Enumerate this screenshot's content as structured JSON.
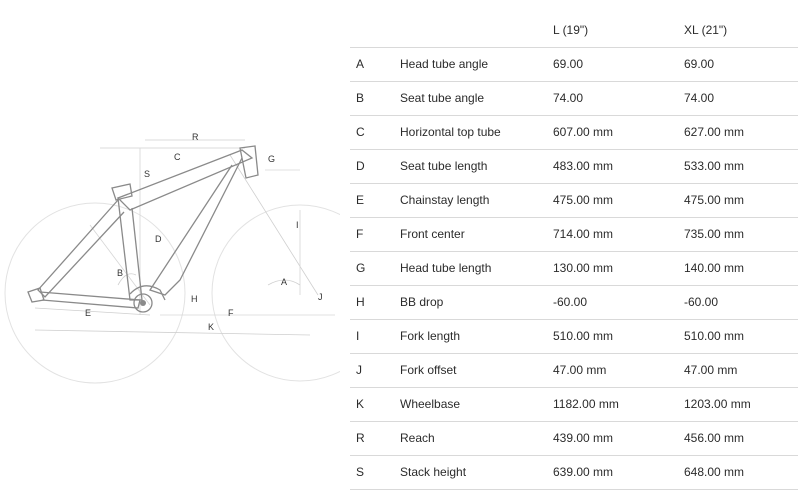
{
  "diagram": {
    "labels": [
      "R",
      "C",
      "G",
      "S",
      "I",
      "D",
      "B",
      "A",
      "H",
      "J",
      "E",
      "F",
      "K"
    ]
  },
  "table": {
    "columns": [
      "L (19\")",
      "XL (21\")"
    ],
    "rows": [
      {
        "key": "A",
        "name": "Head tube angle",
        "l": "69.00",
        "xl": "69.00"
      },
      {
        "key": "B",
        "name": "Seat tube angle",
        "l": "74.00",
        "xl": "74.00"
      },
      {
        "key": "C",
        "name": "Horizontal top tube",
        "l": "607.00 mm",
        "xl": "627.00 mm"
      },
      {
        "key": "D",
        "name": "Seat tube length",
        "l": "483.00 mm",
        "xl": "533.00 mm"
      },
      {
        "key": "E",
        "name": "Chainstay length",
        "l": "475.00 mm",
        "xl": "475.00 mm"
      },
      {
        "key": "F",
        "name": "Front center",
        "l": "714.00 mm",
        "xl": "735.00 mm"
      },
      {
        "key": "G",
        "name": "Head tube length",
        "l": "130.00 mm",
        "xl": "140.00 mm"
      },
      {
        "key": "H",
        "name": "BB drop",
        "l": "-60.00",
        "xl": "-60.00"
      },
      {
        "key": "I",
        "name": "Fork length",
        "l": "510.00 mm",
        "xl": "510.00 mm"
      },
      {
        "key": "J",
        "name": "Fork offset",
        "l": "47.00 mm",
        "xl": "47.00 mm"
      },
      {
        "key": "K",
        "name": "Wheelbase",
        "l": "1182.00 mm",
        "xl": "1203.00 mm"
      },
      {
        "key": "R",
        "name": "Reach",
        "l": "439.00 mm",
        "xl": "456.00 mm"
      },
      {
        "key": "S",
        "name": "Stack height",
        "l": "639.00 mm",
        "xl": "648.00 mm"
      }
    ]
  }
}
